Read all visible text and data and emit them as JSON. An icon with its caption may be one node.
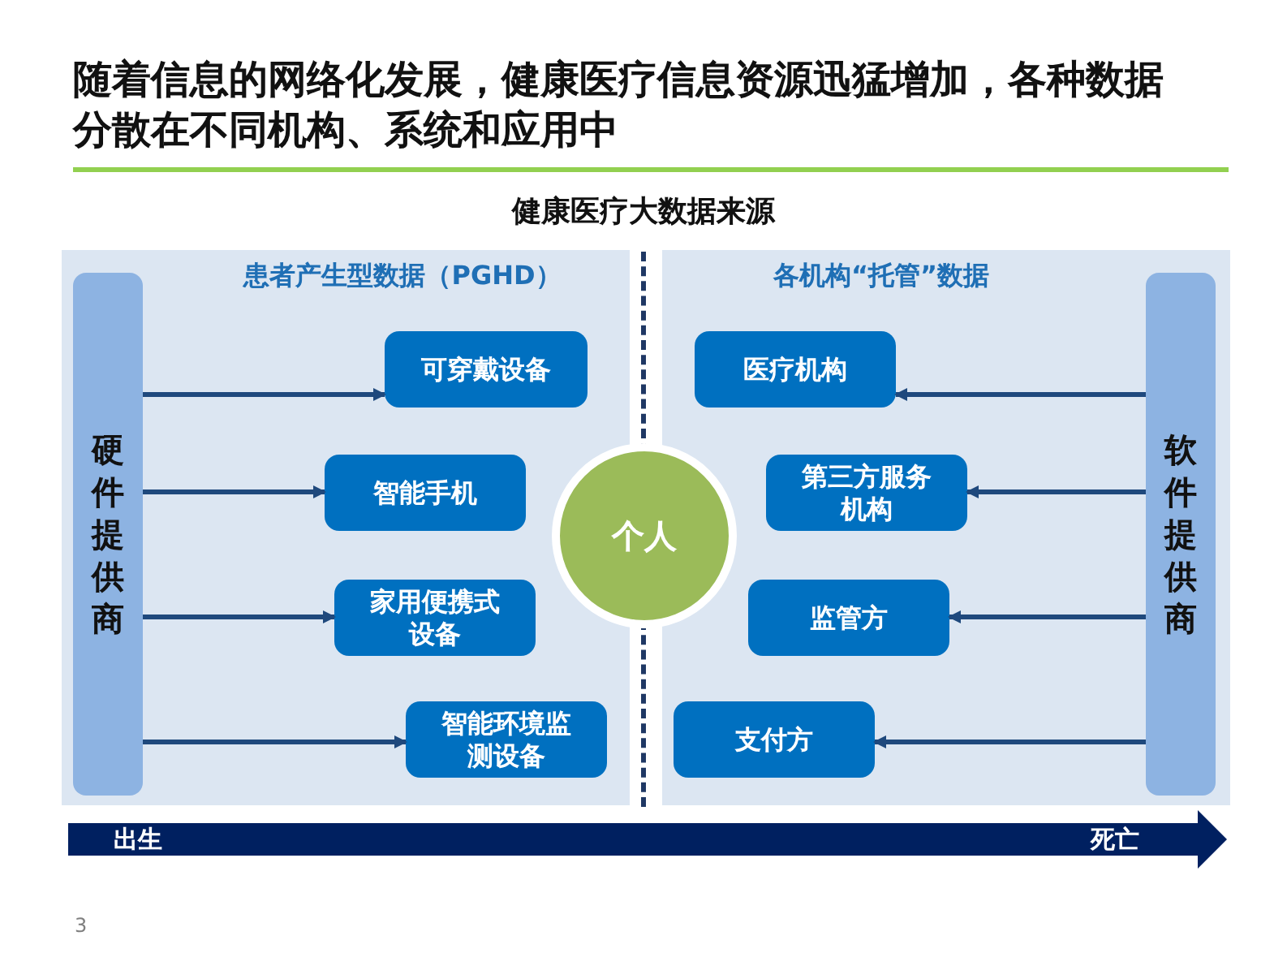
{
  "diagram": {
    "title": "随着信息的网络化发展，健康医疗信息资源迅猛增加，各种数据分散在不同机构、系统和应用中",
    "nodes": [
      {
        "text": [
          "患者产生型数据（PGHD）"
        ]
      },
      {
        "text": [
          "硬件提供商"
        ],
        "in": 0
      },
      {
        "text": [
          "可穿戴设备"
        ],
        "in": 0
      },
      {
        "text": [
          "智能手机"
        ],
        "in": 0
      },
      {
        "text": [
          "家用便携式设备"
        ],
        "in": 0
      },
      {
        "text": [
          "智能环境监测设备"
        ],
        "in": 0
      },
      {
        "text": [
          "各机构“托管”数据"
        ]
      },
      {
        "text": [
          "医疗机构"
        ],
        "in": 6
      },
      {
        "text": [
          "第三方服务机构"
        ],
        "in": 6
      },
      {
        "text": [
          "监管方"
        ],
        "in": 6
      },
      {
        "text": [
          "支付方"
        ],
        "in": 6
      },
      {
        "text": [
          "软件提供商"
        ],
        "in": 6
      },
      {
        "text": [
          "个人"
        ]
      }
    ],
    "edges": [
      {
        "from": 1,
        "to": 2,
        "arrow": "to"
      },
      {
        "from": 1,
        "to": 3,
        "arrow": "to"
      },
      {
        "from": 1,
        "to": 4,
        "arrow": "to"
      },
      {
        "from": 1,
        "to": 5,
        "arrow": "to"
      },
      {
        "from": 11,
        "to": 7,
        "arrow": "to"
      },
      {
        "from": 11,
        "to": 8,
        "arrow": "to"
      },
      {
        "from": 11,
        "to": 9,
        "arrow": "to"
      },
      {
        "from": 11,
        "to": 10,
        "arrow": "to"
      }
    ],
    "labels": [
      "健康医疗大数据来源",
      "出生",
      "死亡",
      "3"
    ]
  }
}
